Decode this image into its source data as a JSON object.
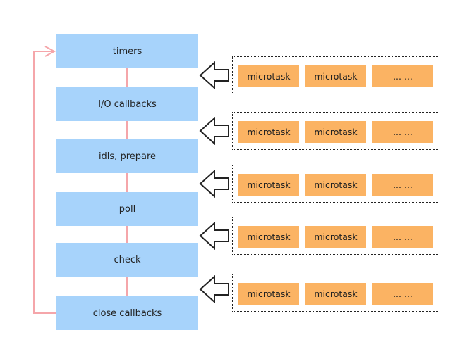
{
  "phases": [
    {
      "label": "timers"
    },
    {
      "label": "I/O callbacks"
    },
    {
      "label": "idls, prepare"
    },
    {
      "label": "poll"
    },
    {
      "label": "check"
    },
    {
      "label": "close callbacks"
    }
  ],
  "queues": [
    {
      "tasks": [
        "microtask",
        "microtask",
        "... ..."
      ]
    },
    {
      "tasks": [
        "microtask",
        "microtask",
        "... ..."
      ]
    },
    {
      "tasks": [
        "microtask",
        "microtask",
        "... ..."
      ]
    },
    {
      "tasks": [
        "microtask",
        "microtask",
        "... ..."
      ]
    },
    {
      "tasks": [
        "microtask",
        "microtask",
        "... ..."
      ]
    }
  ],
  "colors": {
    "phase_fill": "#a7d3fb",
    "task_fill": "#fbb363",
    "loop_line": "#f5a6aa",
    "queue_border": "#222222"
  },
  "icons": {
    "queue_pointer": "hollow-left-arrow-icon",
    "loop_return": "loop-back-arrow-icon"
  }
}
